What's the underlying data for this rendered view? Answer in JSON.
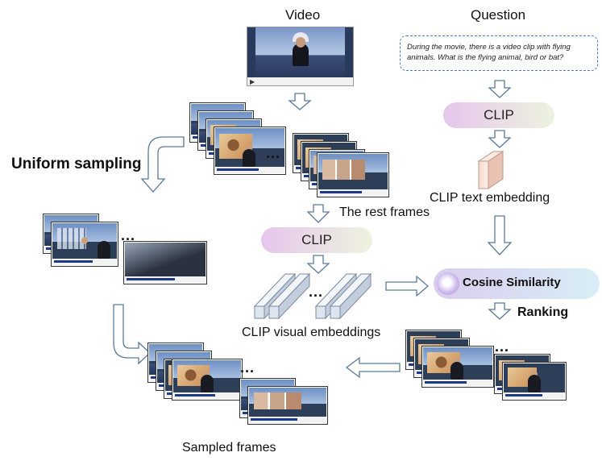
{
  "labels": {
    "video": "Video",
    "question": "Question",
    "question_text": "During the movie, there is a video clip with flying animals. What is the flying animal, bird or bat?",
    "clip_top": "CLIP",
    "clip_text_embedding": "CLIP text embedding",
    "uniform_sampling": "Uniform sampling",
    "rest_frames": "The rest frames",
    "clip_mid": "CLIP",
    "cosine_similarity": "Cosine Similarity",
    "ranking": "Ranking",
    "clip_visual_embeddings": "CLIP visual embeddings",
    "sampled_frames": "Sampled frames",
    "ellipsis": "..."
  },
  "colors": {
    "arrow_stroke": "#5a7a9a",
    "pill_gradient_start": "#e6c6ec",
    "pill_gradient_end": "#edf3df",
    "cosine_gradient_start": "#d9cdee",
    "cosine_gradient_end": "#d8eef7",
    "question_border": "#4a7ab8",
    "text_embedding_fill": "#f6d9cc",
    "visual_embedding_fill": "#dde5ef"
  }
}
